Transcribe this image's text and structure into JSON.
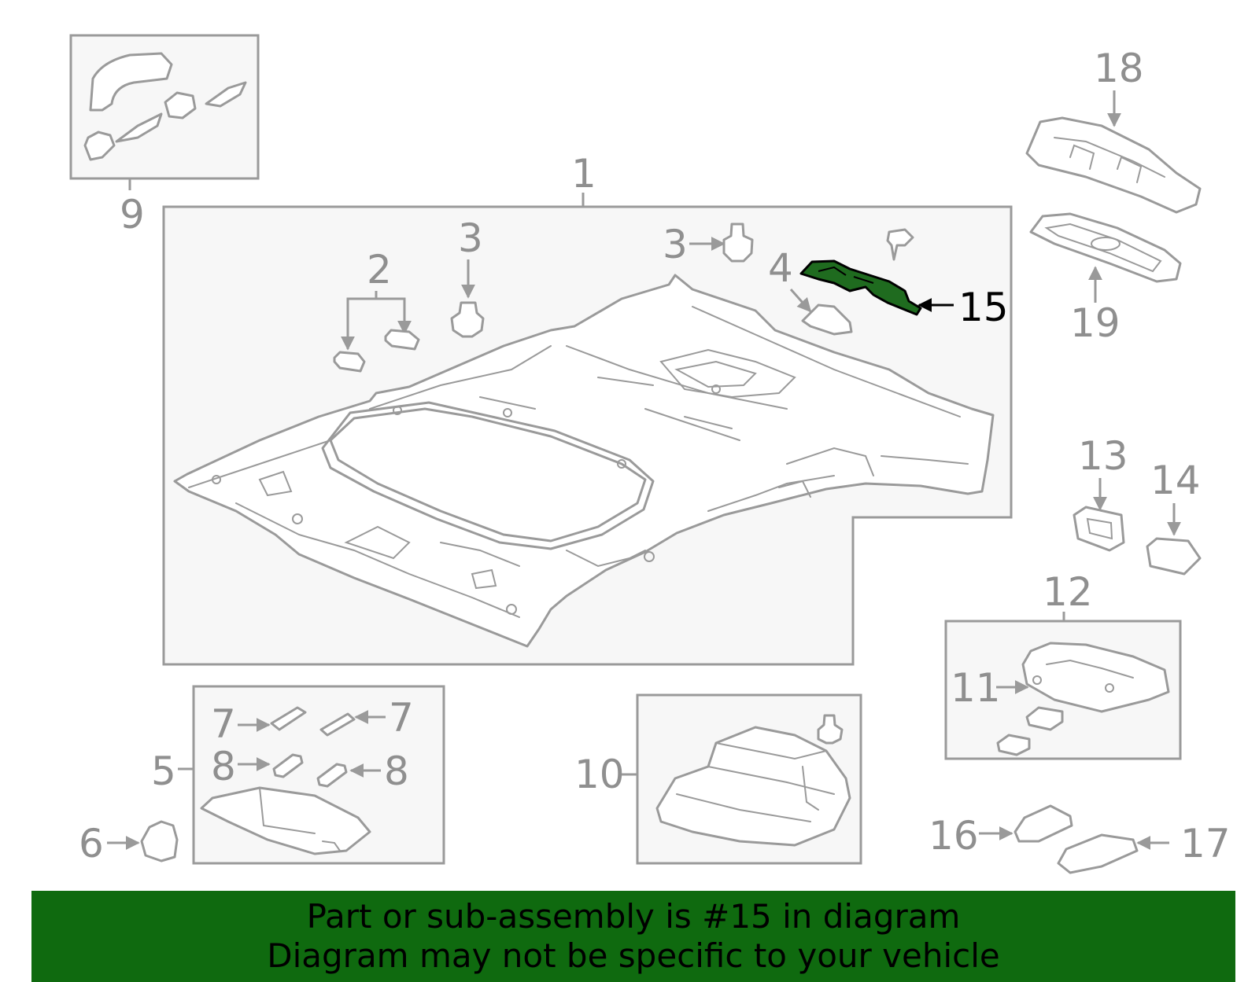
{
  "highlight_color": "#1f6b1f",
  "banner_color": "#0f6a0f",
  "callouts": {
    "c1": "1",
    "c2": "2",
    "c3a": "3",
    "c3b": "3",
    "c4": "4",
    "c5": "5",
    "c6": "6",
    "c7a": "7",
    "c7b": "7",
    "c8a": "8",
    "c8b": "8",
    "c9": "9",
    "c10": "10",
    "c11": "11",
    "c12": "12",
    "c13": "13",
    "c14": "14",
    "c15": "15",
    "c16": "16",
    "c17": "17",
    "c18": "18",
    "c19": "19"
  },
  "banner": {
    "line1": "Part or sub-assembly is #15 in diagram",
    "line2": "Diagram may not be specific to your vehicle"
  }
}
